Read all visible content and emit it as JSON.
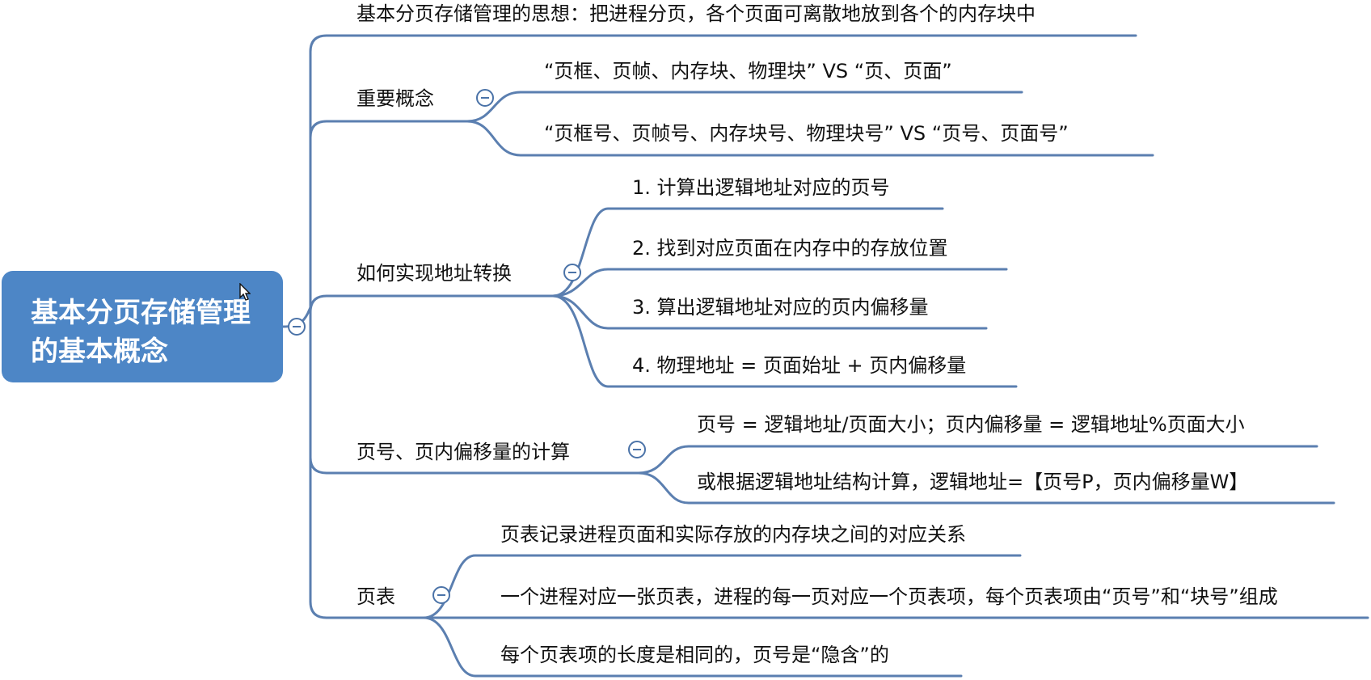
{
  "root": {
    "line1": "基本分页存储管理",
    "line2": "的基本概念"
  },
  "branches": {
    "thought": "基本分页存储管理的思想：把进程分页，各个页面可离散地放到各个的内存块中",
    "concepts": {
      "label": "重要概念",
      "items": [
        "“页框、页帧、内存块、物理块” VS “页、页面”",
        "“页框号、页帧号、内存块号、物理块号” VS “页号、页面号”"
      ]
    },
    "translation": {
      "label": "如何实现地址转换",
      "items": [
        "1. 计算出逻辑地址对应的页号",
        "2. 找到对应页面在内存中的存放位置",
        "3. 算出逻辑地址对应的页内偏移量",
        "4. 物理地址 = 页面始址 + 页内偏移量"
      ]
    },
    "calculation": {
      "label": "页号、页内偏移量的计算",
      "items": [
        "页号 = 逻辑地址/页面大小；页内偏移量 = 逻辑地址%页面大小",
        "或根据逻辑地址结构计算，逻辑地址=【页号P，页内偏移量W】"
      ]
    },
    "page_table": {
      "label": "页表",
      "items": [
        "页表记录进程页面和实际存放的内存块之间的对应关系",
        "一个进程对应一张页表，进程的每一页对应一个页表项，每个页表项由“页号”和“块号”组成",
        "每个页表项的长度是相同的，页号是“隐含”的"
      ]
    }
  },
  "colors": {
    "root_fill": "#4d86c6",
    "line": "#5b7fb0",
    "text": "#111111"
  }
}
